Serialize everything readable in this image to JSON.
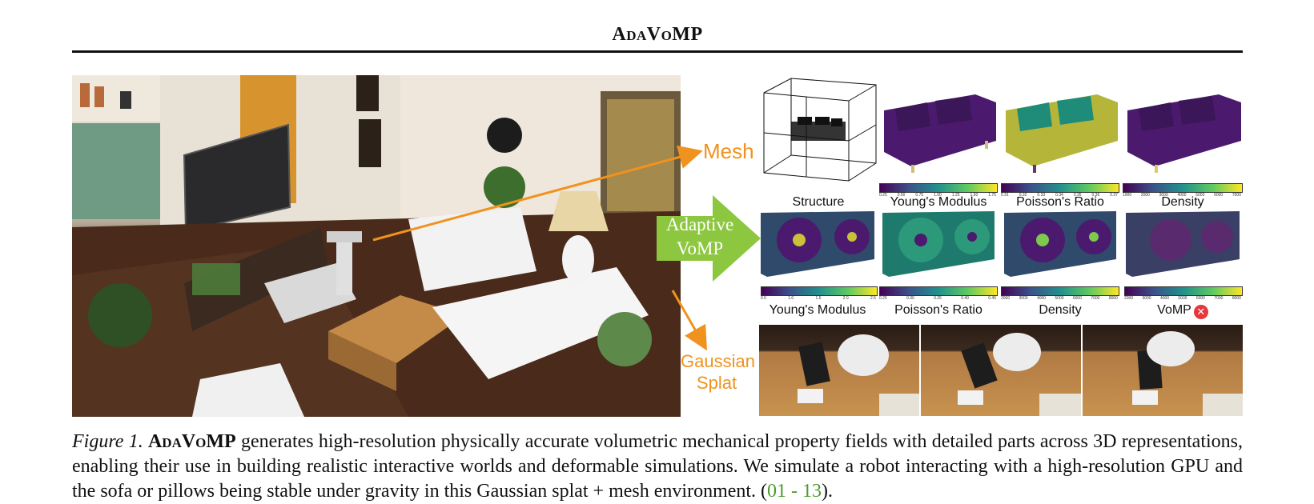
{
  "running_head": "AdaVoMP",
  "figure": {
    "arrow_labels": {
      "mesh": "Mesh",
      "adaptive_line1": "Adaptive",
      "adaptive_line2": "VoMP",
      "gaussian_line1": "Gaussian",
      "gaussian_line2": "Splat"
    },
    "colors": {
      "accent_orange": "#f0921e",
      "adaptive_green": "#8dc63f",
      "fail_red": "#e5383b",
      "viridis_low": "#440154",
      "viridis_high": "#fde725"
    },
    "top_row": {
      "labels": [
        "Structure",
        "Young's Modulus",
        "Poisson's Ratio",
        "Density"
      ],
      "young_ticks": [
        "0.25",
        "0.50",
        "0.75",
        "1.00",
        "1.25",
        "1.50",
        "1.75"
      ],
      "poisson_ticks": [
        "0.31",
        "0.32",
        "0.33",
        "0.34",
        "0.35",
        "0.36",
        "0.37"
      ],
      "density_ticks": [
        "1000",
        "2000",
        "3000",
        "4000",
        "5000",
        "6000",
        "7000"
      ]
    },
    "bottom_row": {
      "labels": [
        "Young's Modulus",
        "Poisson's Ratio",
        "Density",
        "VoMP"
      ],
      "young_ticks": [
        "0.5",
        "1.0",
        "1.5",
        "2.0",
        "2.5"
      ],
      "poisson_ticks": [
        "0.25",
        "0.30",
        "0.35",
        "0.40",
        "0.45"
      ],
      "density_ticks": [
        "2000",
        "3000",
        "4000",
        "5000",
        "6000",
        "7000",
        "8000"
      ],
      "vomp_ticks": [
        "2000",
        "3000",
        "4000",
        "5000",
        "6000",
        "7000",
        "8000"
      ],
      "fail_icon": "close-icon"
    }
  },
  "caption": {
    "label": "Figure 1.",
    "method": "AdaVoMP",
    "text": "generates high-resolution physically accurate volumetric mechanical property fields with detailed parts across 3D representations, enabling their use in building realistic interactive worlds and deformable simulations. We simulate a robot interacting with a high-resolution GPU and the sofa or pillows being stable under gravity in this Gaussian splat + mesh environment. (",
    "link": "01 - 13",
    "close": ")."
  }
}
